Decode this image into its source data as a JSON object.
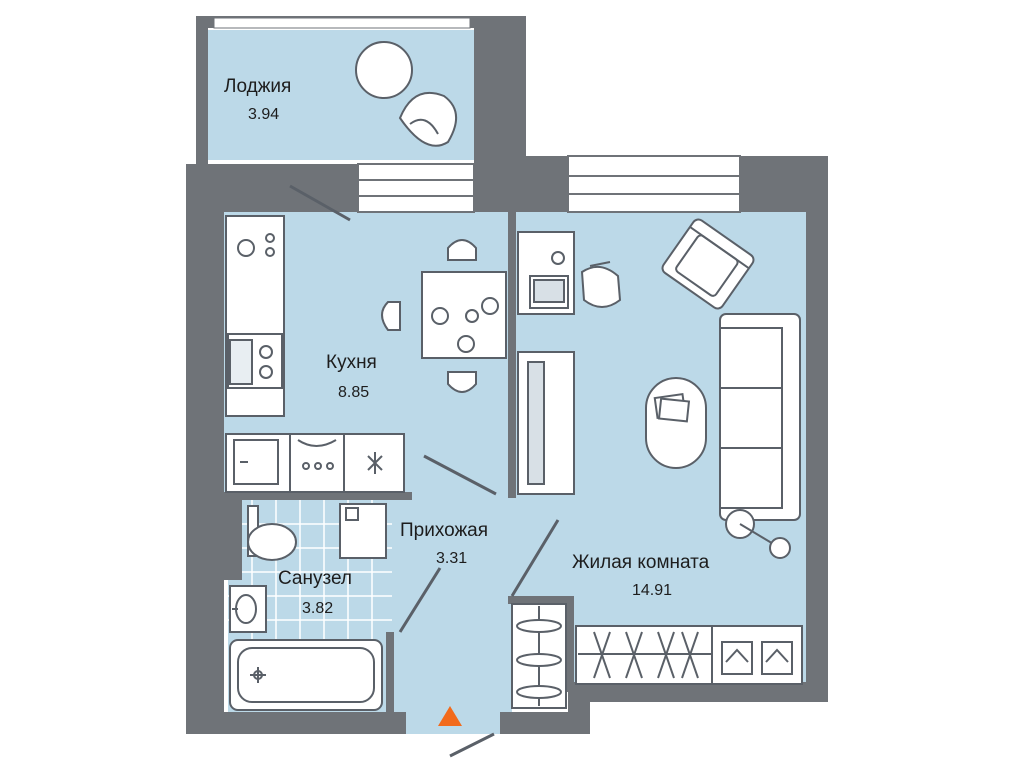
{
  "colors": {
    "wall": "#6f7378",
    "floor": "#bcd9e8",
    "tile_line": "#ffffff",
    "furniture_stroke": "#5a6068",
    "furniture_fill": "#ffffff",
    "entrance_marker": "#f26a1b"
  },
  "rooms": [
    {
      "id": "loggia",
      "label": "Лоджия",
      "area": "3.94"
    },
    {
      "id": "kitchen",
      "label": "Кухня",
      "area": "8.85"
    },
    {
      "id": "hallway",
      "label": "Прихожая",
      "area": "3.31"
    },
    {
      "id": "bathroom",
      "label": "Санузел",
      "area": "3.82"
    },
    {
      "id": "living",
      "label": "Жилая комната",
      "area": "14.91"
    }
  ],
  "icons": [
    "armchair-icon",
    "sofa-icon",
    "table-icon",
    "chair-icon",
    "desk-icon",
    "laptop-icon",
    "tv-icon",
    "stove-icon",
    "sink-icon",
    "toilet-icon",
    "bathtub-icon",
    "washing-machine-icon",
    "wardrobe-icon",
    "floor-lamp-icon",
    "entrance-arrow-icon"
  ]
}
